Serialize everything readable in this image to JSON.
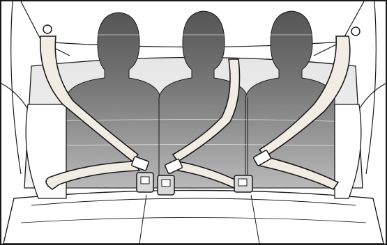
{
  "figure": {
    "description_labels": [],
    "colors": {
      "background": "#ffffff",
      "line": "#1a1a1a",
      "belt_fill": "#f2ede4",
      "occupant_dark": "#555555",
      "occupant_light": "#a9a9a9",
      "seat_shading": "#cfcfcf"
    },
    "occupants": [
      "left-occupant",
      "center-occupant",
      "right-occupant"
    ],
    "belts": [
      "left-shoulder-belt",
      "center-belt",
      "right-shoulder-belt"
    ],
    "buckles": [
      "left-buckle",
      "center-buckle",
      "right-buckle"
    ]
  }
}
